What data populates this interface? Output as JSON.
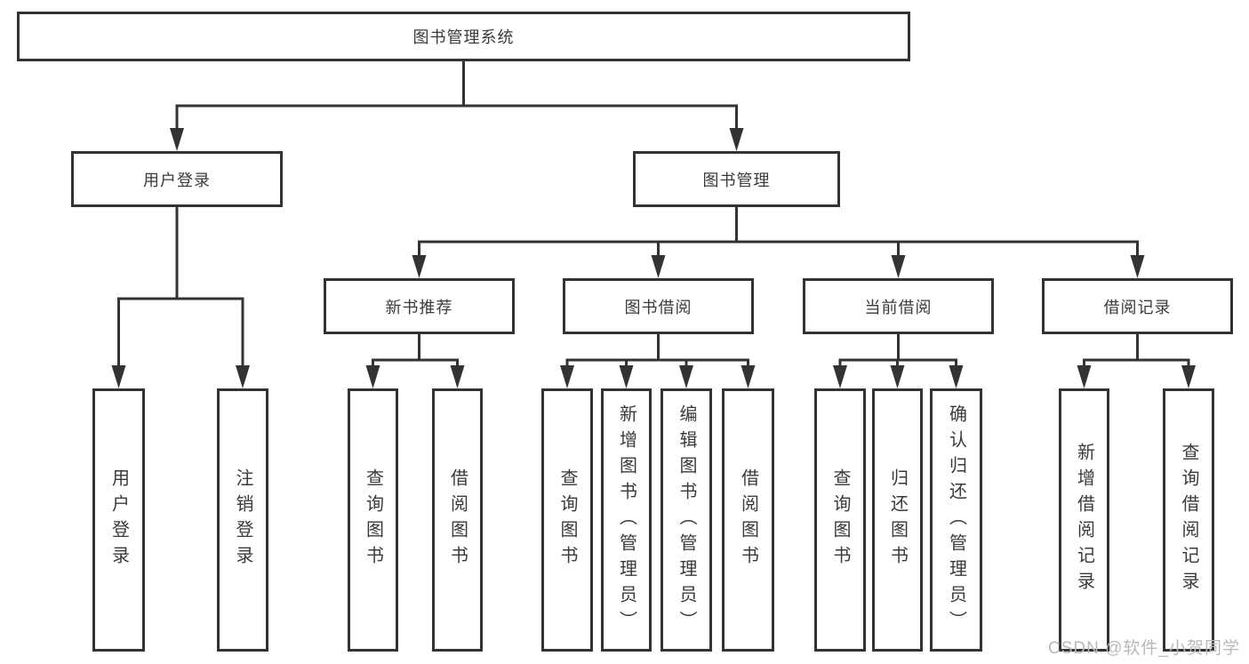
{
  "diagram_type": "hierarchy-tree",
  "tree": {
    "label": "图书管理系统",
    "children": [
      {
        "label": "用户登录",
        "children": [
          {
            "label": "用户登录"
          },
          {
            "label": "注销登录"
          }
        ]
      },
      {
        "label": "图书管理",
        "children": [
          {
            "label": "新书推荐",
            "children": [
              {
                "label": "查询图书"
              },
              {
                "label": "借阅图书"
              }
            ]
          },
          {
            "label": "图书借阅",
            "children": [
              {
                "label": "查询图书"
              },
              {
                "label": "新增图书（管理员）"
              },
              {
                "label": "编辑图书（管理员）"
              },
              {
                "label": "借阅图书"
              }
            ]
          },
          {
            "label": "当前借阅",
            "children": [
              {
                "label": "查询图书"
              },
              {
                "label": "归还图书"
              },
              {
                "label": "确认归还（管理员）"
              }
            ]
          },
          {
            "label": "借阅记录",
            "children": [
              {
                "label": "新增借阅记录"
              },
              {
                "label": "查询借阅记录"
              }
            ]
          }
        ]
      }
    ]
  },
  "watermark": {
    "text": "CSDN @软件_小贺同学"
  },
  "colors": {
    "line": "#333333",
    "box_border": "#333333",
    "text": "#3a3a3a",
    "watermark": "#b9b9b9",
    "background": "#ffffff"
  }
}
